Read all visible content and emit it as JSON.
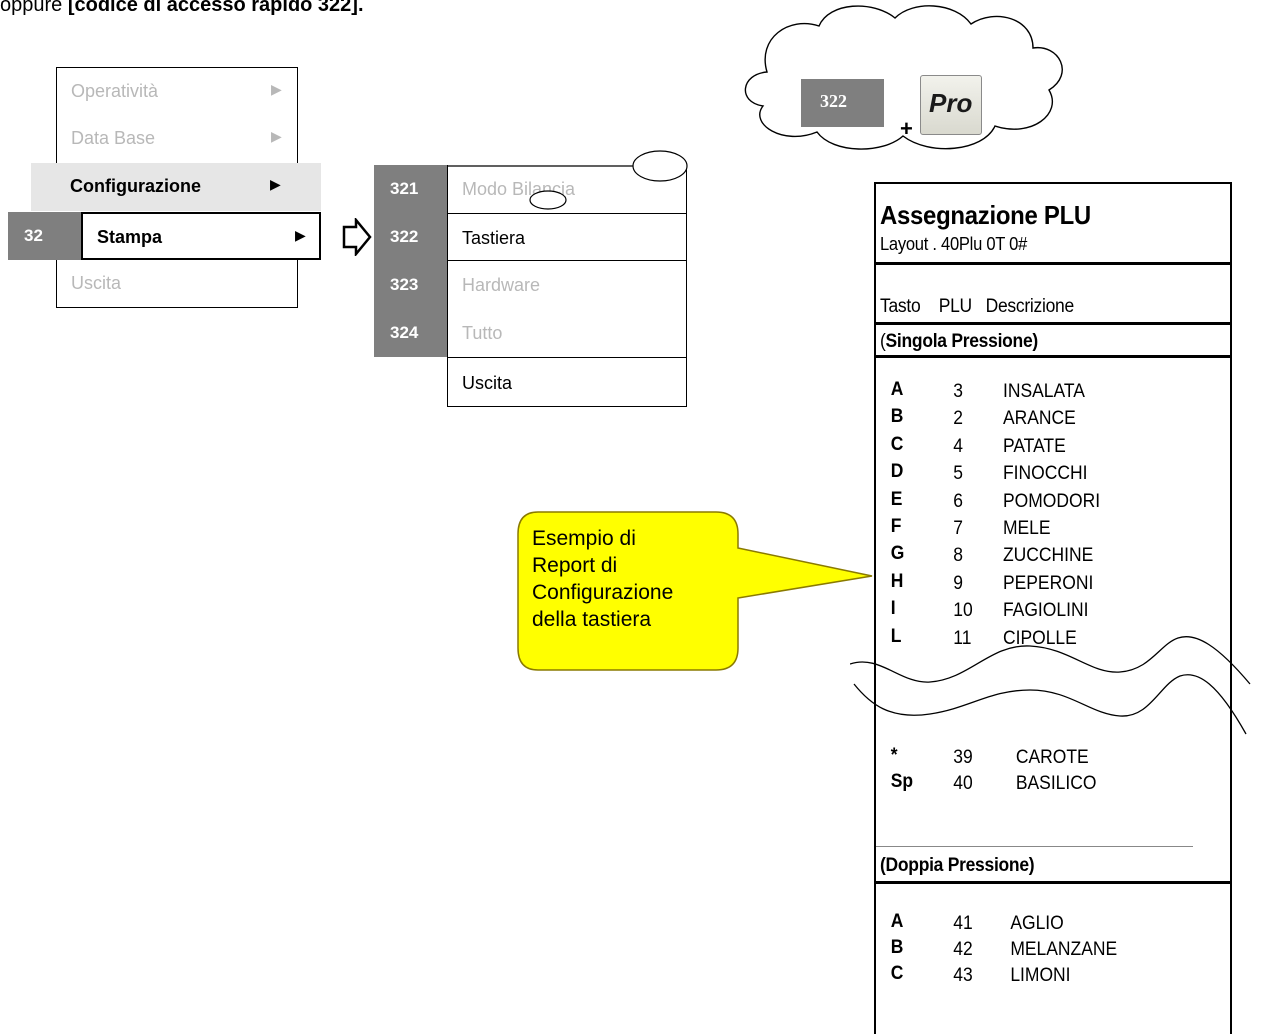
{
  "header": {
    "prefix": "oppure ",
    "bold": "[codice di accesso rapido 322]."
  },
  "main_menu": {
    "items": [
      {
        "label": "Operatività",
        "arrow": "▶"
      },
      {
        "label": "Data Base",
        "arrow": "▶"
      },
      {
        "label": "Configurazione",
        "arrow": "▶"
      },
      {
        "label": "Stampa",
        "arrow": "▶",
        "code": "32"
      },
      {
        "label": "Uscita"
      }
    ]
  },
  "sub_menu": {
    "items": [
      {
        "code": "321",
        "label": "Modo Bilancia"
      },
      {
        "code": "322",
        "label": "Tastiera"
      },
      {
        "code": "323",
        "label": "Hardware"
      },
      {
        "code": "324",
        "label": "Tutto"
      },
      {
        "code": "",
        "label": "Uscita"
      }
    ]
  },
  "cloud": {
    "code": "322",
    "plus": "+",
    "key_label": "Pro"
  },
  "callout": {
    "lines": [
      "Esempio di",
      "Report di",
      "Configurazione",
      "della tastiera"
    ],
    "fill": "#ffff00"
  },
  "receipt": {
    "title": "Assegnazione PLU",
    "layout": "Layout . 40Plu  0T  0#",
    "columns": "Tasto    PLU   Descrizione",
    "single_header_open": "(",
    "single_header_bold": "Singola Pressione)",
    "single_rows": [
      {
        "key": "A",
        "plu": "3",
        "desc": "INSALATA"
      },
      {
        "key": "B",
        "plu": "2",
        "desc": "ARANCE"
      },
      {
        "key": "C",
        "plu": "4",
        "desc": "PATATE"
      },
      {
        "key": "D",
        "plu": "5",
        "desc": "FINOCCHI"
      },
      {
        "key": "E",
        "plu": "6",
        "desc": "POMODORI"
      },
      {
        "key": "F",
        "plu": "7",
        "desc": "MELE"
      },
      {
        "key": "G",
        "plu": "8",
        "desc": "ZUCCHINE"
      },
      {
        "key": "H",
        "plu": "9",
        "desc": "PEPERONI"
      },
      {
        "key": "I",
        "plu": "10",
        "desc": "FAGIOLINI"
      },
      {
        "key": "L",
        "plu": "11",
        "desc": "CIPOLLE"
      }
    ],
    "tail_rows": [
      {
        "key": "*",
        "plu": "39",
        "desc": "CAROTE"
      },
      {
        "key": "Sp",
        "plu": "40",
        "desc": "BASILICO"
      }
    ],
    "double_header": "(Doppia Pressione)",
    "double_rows": [
      {
        "key": "A",
        "plu": "41",
        "desc": "AGLIO"
      },
      {
        "key": "B",
        "plu": "42",
        "desc": "MELANZANE"
      },
      {
        "key": "C",
        "plu": "43",
        "desc": "LIMONI"
      }
    ]
  }
}
